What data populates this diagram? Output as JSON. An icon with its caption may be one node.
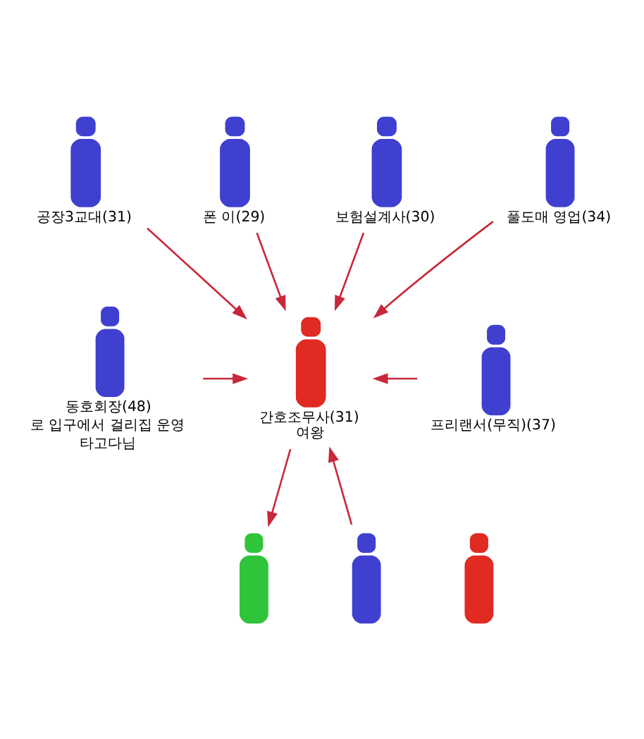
{
  "diagram": {
    "nodes": [
      {
        "text": [
          "공장3교대(31)"
        ]
      },
      {
        "text": [
          "폰 이(29)"
        ]
      },
      {
        "text": [
          "보험설계사(30)"
        ]
      },
      {
        "text": [
          "풀도매 영업(34)"
        ]
      },
      {
        "text": [
          "동호회장(48)"
        ],
        "beside": [
          "로 입구에서 걸리집 운영",
          "타고다님"
        ]
      },
      {
        "text": [
          "간호조무사(31)",
          "여왕"
        ]
      },
      {
        "text": [
          "프리랜서(무직)(37)"
        ]
      },
      {
        "text": [],
        "shape": "person"
      },
      {
        "text": [],
        "shape": "person"
      },
      {
        "text": [],
        "shape": "person"
      }
    ],
    "edges": [
      {
        "from": 0,
        "to": 5,
        "arrow": "to"
      },
      {
        "from": 1,
        "to": 5,
        "arrow": "to"
      },
      {
        "from": 2,
        "to": 5,
        "arrow": "to"
      },
      {
        "from": 3,
        "to": 5,
        "arrow": "to"
      },
      {
        "from": 4,
        "to": 5,
        "arrow": "to"
      },
      {
        "from": 6,
        "to": 5,
        "arrow": "to"
      },
      {
        "from": 5,
        "to": 7,
        "arrow": "to"
      },
      {
        "from": 8,
        "to": 5,
        "arrow": "to"
      }
    ]
  }
}
